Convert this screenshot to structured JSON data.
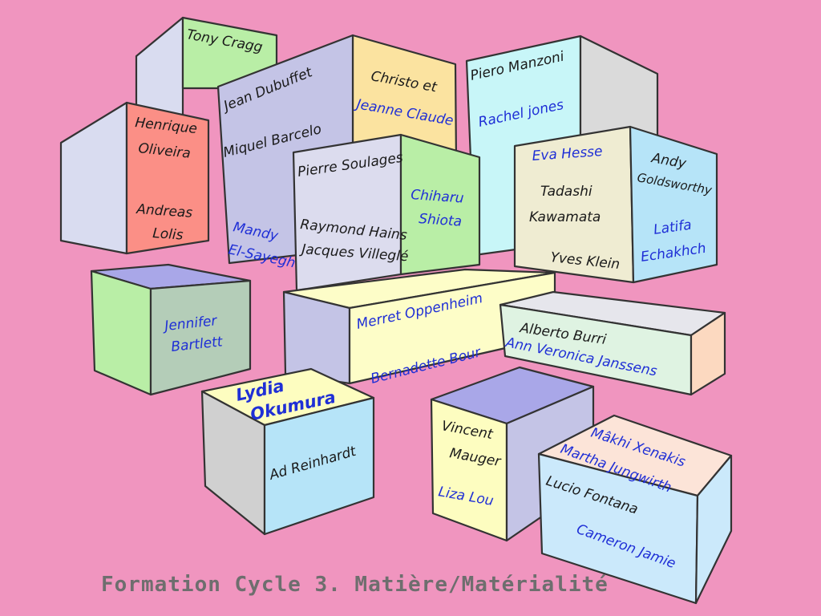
{
  "footer_title": "Formation Cycle 3. Matière/Matérialité",
  "colors": {
    "background": "#f095bf",
    "name_black": "#1a1a1a",
    "name_blue": "#1f2fd6",
    "footer_text": "#6e6e6e"
  },
  "artists": {
    "tony_cragg": "Tony Cragg",
    "jean_dubuffet": "Jean Dubuffet",
    "christo": "Christo et",
    "jeanne_claude": "Jeanne Claude",
    "piero_manzoni": "Piero Manzoni",
    "rachel_jones": "Rachel jones",
    "henrique": "Henrique",
    "oliveira": "Oliveira",
    "andreas": "Andreas",
    "lolis": "Lolis",
    "miquel_barcelo": "Miquel Barcelo",
    "mandy": "Mandy",
    "el_sayegh": "El-Sayegh",
    "pierre_soulages": "Pierre Soulages",
    "raymond_hains": "Raymond Hains",
    "jacques_villegle": "Jacques Villeglé",
    "chiharu": "Chiharu",
    "shiota": "Shiota",
    "eva_hesse": "Eva Hesse",
    "tadashi": "Tadashi",
    "kawamata": "Kawamata",
    "yves_klein": "Yves Klein",
    "andy": "Andy",
    "goldsworthy": "Goldsworthy",
    "latifa": "Latifa",
    "echakhch": "Echakhch",
    "jennifer": "Jennifer",
    "bartlett": "Bartlett",
    "merret_oppenheim": "Merret Oppenheim",
    "bernadette_bour": "Bernadette Bour",
    "alberto_burri": "Alberto Burri",
    "ann_veronica": "Ann Veronica Janssens",
    "lydia": "Lydia",
    "okumura": "Okumura",
    "ad_reinhardt": "Ad Reinhardt",
    "vincent": "Vincent",
    "mauger": "Mauger",
    "liza_lou": "Liza Lou",
    "makhi_xenakis": "Mâkhi Xenakis",
    "martha_jungwirth": "Martha Jungwirth",
    "lucio_fontana": "Lucio Fontana",
    "cameron_jamie": "Cameron Jamie"
  }
}
